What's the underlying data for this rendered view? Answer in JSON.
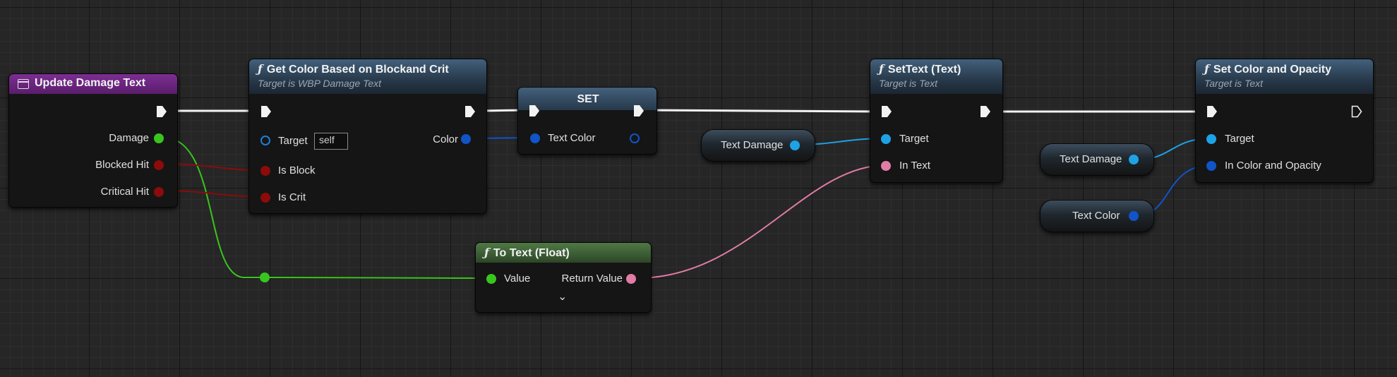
{
  "colors": {
    "exec_wire": "#f2f2f2",
    "float_pin": "#38c61e",
    "bool_pin": "#8c0b0b",
    "struct_pin": "#1054c8",
    "object_pin": "#1ea2e6",
    "text_pin": "#e07ca6"
  },
  "event_node": {
    "icon": "event-icon",
    "title": "Update Damage Text",
    "pins": {
      "damage": "Damage",
      "blocked_hit": "Blocked Hit",
      "critical_hit": "Critical Hit"
    }
  },
  "get_color_node": {
    "icon": "function-icon",
    "title": "Get Color Based on Blockand Crit",
    "subtitle": "Target is WBP Damage Text",
    "pins": {
      "target": "Target",
      "self": "self",
      "is_block": "Is Block",
      "is_crit": "Is Crit",
      "color": "Color"
    }
  },
  "set_node": {
    "title": "SET",
    "pins": {
      "text_color": "Text Color"
    }
  },
  "text_damage_var_1": {
    "label": "Text Damage"
  },
  "settext_node": {
    "icon": "function-icon",
    "title": "SetText (Text)",
    "subtitle": "Target is Text",
    "pins": {
      "target": "Target",
      "in_text": "In Text"
    }
  },
  "set_color_node": {
    "icon": "function-icon",
    "title": "Set Color and Opacity",
    "subtitle": "Target is Text",
    "pins": {
      "target": "Target",
      "in_color": "In Color and Opacity"
    }
  },
  "text_damage_var_2": {
    "label": "Text Damage"
  },
  "text_color_var": {
    "label": "Text Color"
  },
  "to_text_node": {
    "icon": "function-icon",
    "title": "To Text (Float)",
    "pins": {
      "value": "Value",
      "return_value": "Return Value"
    },
    "expand_icon": "chevron-down-icon"
  },
  "function_glyph": "ƒ",
  "chevron_glyph": "⌄"
}
